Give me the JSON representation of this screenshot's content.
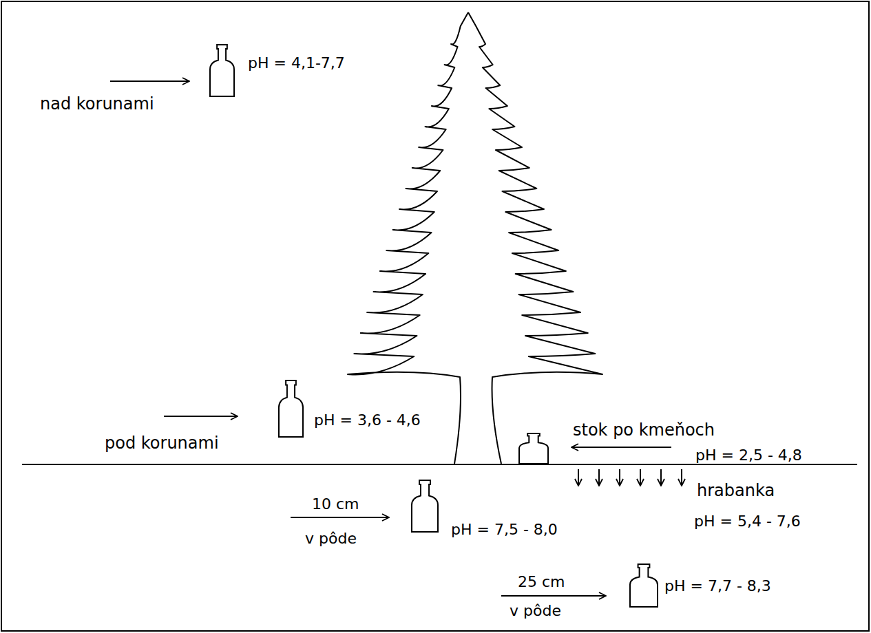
{
  "diagram": {
    "labels": [
      "nad korunami",
      "pH = 4,1-7,7",
      "pod korunami",
      "pH = 3,6 - 4,6",
      "stok po kmeňoch",
      "pH = 2,5 - 4,8",
      "hrabanka",
      "pH = 5,4 - 7,6",
      "10 cm",
      "v pôde",
      "pH = 7,5 - 8,0",
      "25 cm",
      "v pôde",
      "pH = 7,7 - 8,3"
    ]
  }
}
